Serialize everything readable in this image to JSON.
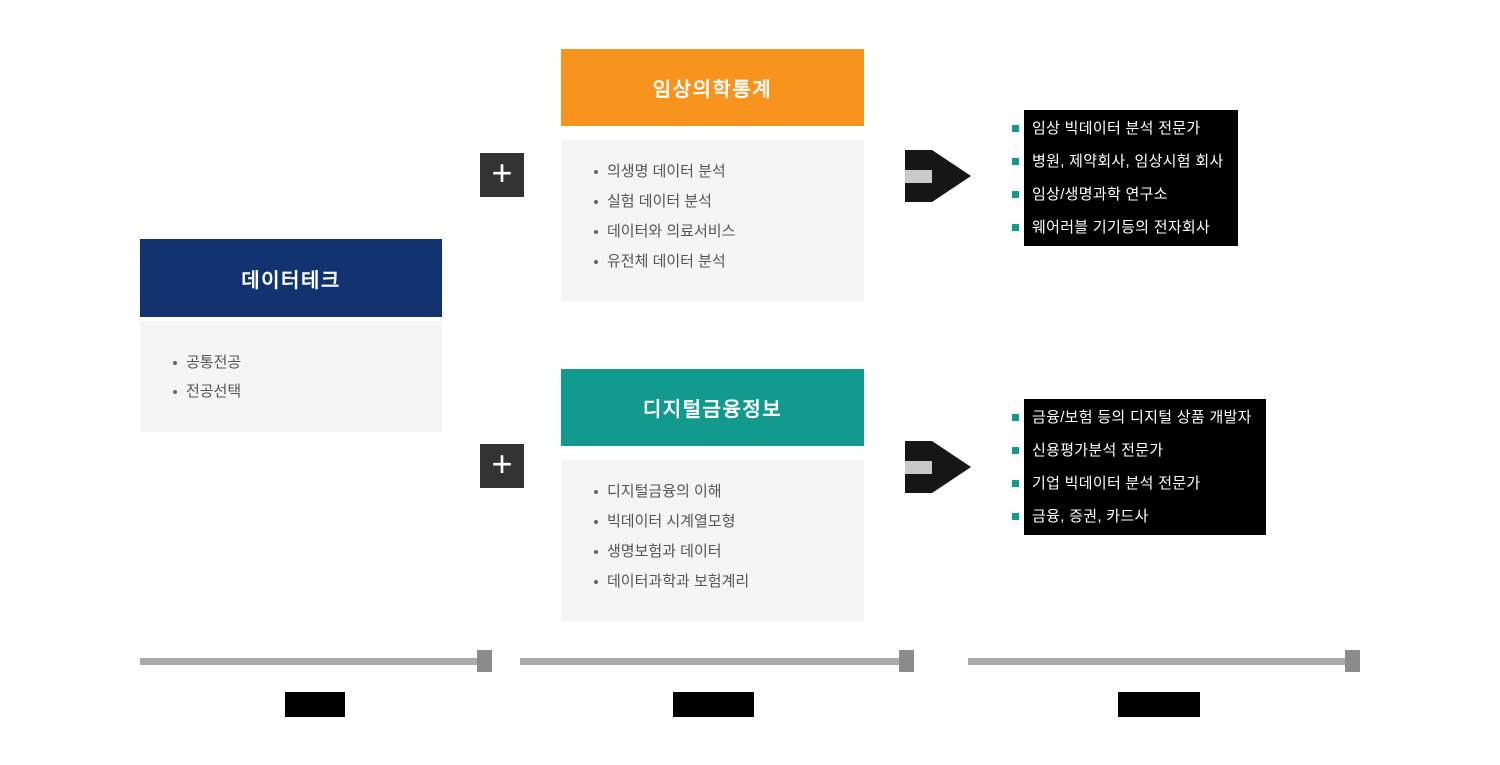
{
  "page": {
    "background": "#ffffff"
  },
  "major": {
    "title": "데이터테크",
    "color": "#12336f",
    "courses": [
      "공통전공",
      "전공선택"
    ]
  },
  "tracks": [
    {
      "title": "임상의학통계",
      "color": "#f8941d",
      "courses": [
        "의생명 데이터 분석",
        "실험 데이터 분석",
        "데이터와 의료서비스",
        "유전체 데이터 분석"
      ],
      "careers": [
        "임상 빅데이터 분석 전문가",
        "병원, 제약회사, 임상시험 회사",
        "임상/생명과학 연구소",
        "웨어러블 기기등의 전자회사"
      ]
    },
    {
      "title": "디지털금융정보",
      "color": "#119a8d",
      "courses": [
        "디지털금융의 이해",
        "빅데이터 시계열모형",
        "생명보험과 데이터",
        "데이터과학과 보험계리"
      ],
      "careers": [
        "금융/보험 등의 디지털 상품 개발자",
        "신용평가분석 전문가",
        "기업 빅데이터 분석 전문가",
        "금융, 증권, 카드사"
      ]
    }
  ],
  "icons": {
    "plus": "+",
    "plus_bg": "#333333",
    "career_bullet_color": "#119a8d",
    "career_block_bg": "#000000"
  },
  "timeline": {
    "bar_color": "#aaaaaa",
    "end_color": "#8c8c8c",
    "label_box_color": "#000000"
  }
}
